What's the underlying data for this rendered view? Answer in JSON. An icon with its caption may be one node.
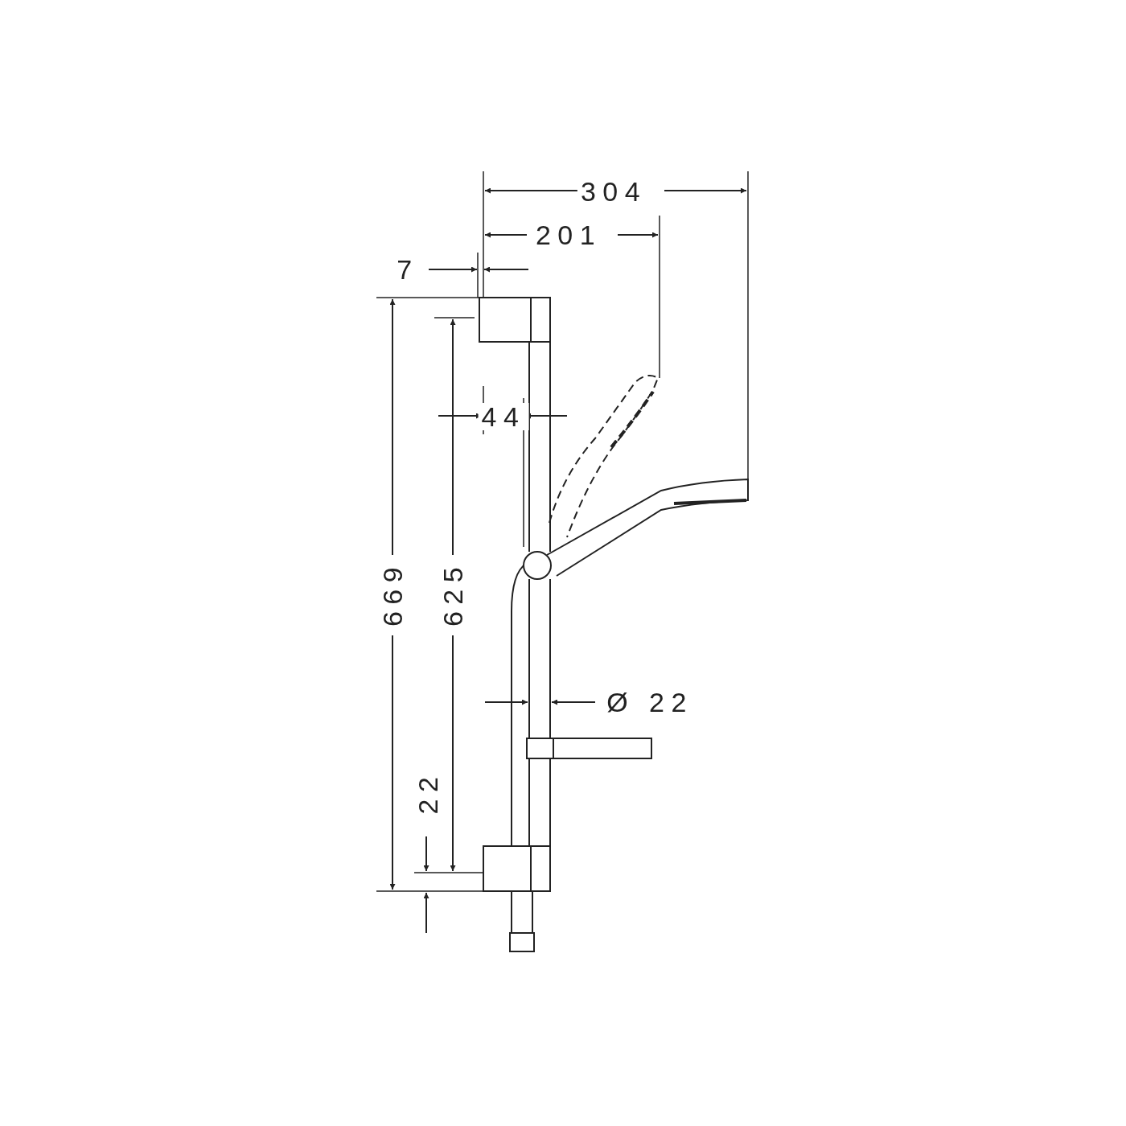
{
  "diagram": {
    "labels": [
      "304",
      "201",
      "7",
      "44",
      "669",
      "625",
      "Ø 22",
      "22"
    ]
  }
}
